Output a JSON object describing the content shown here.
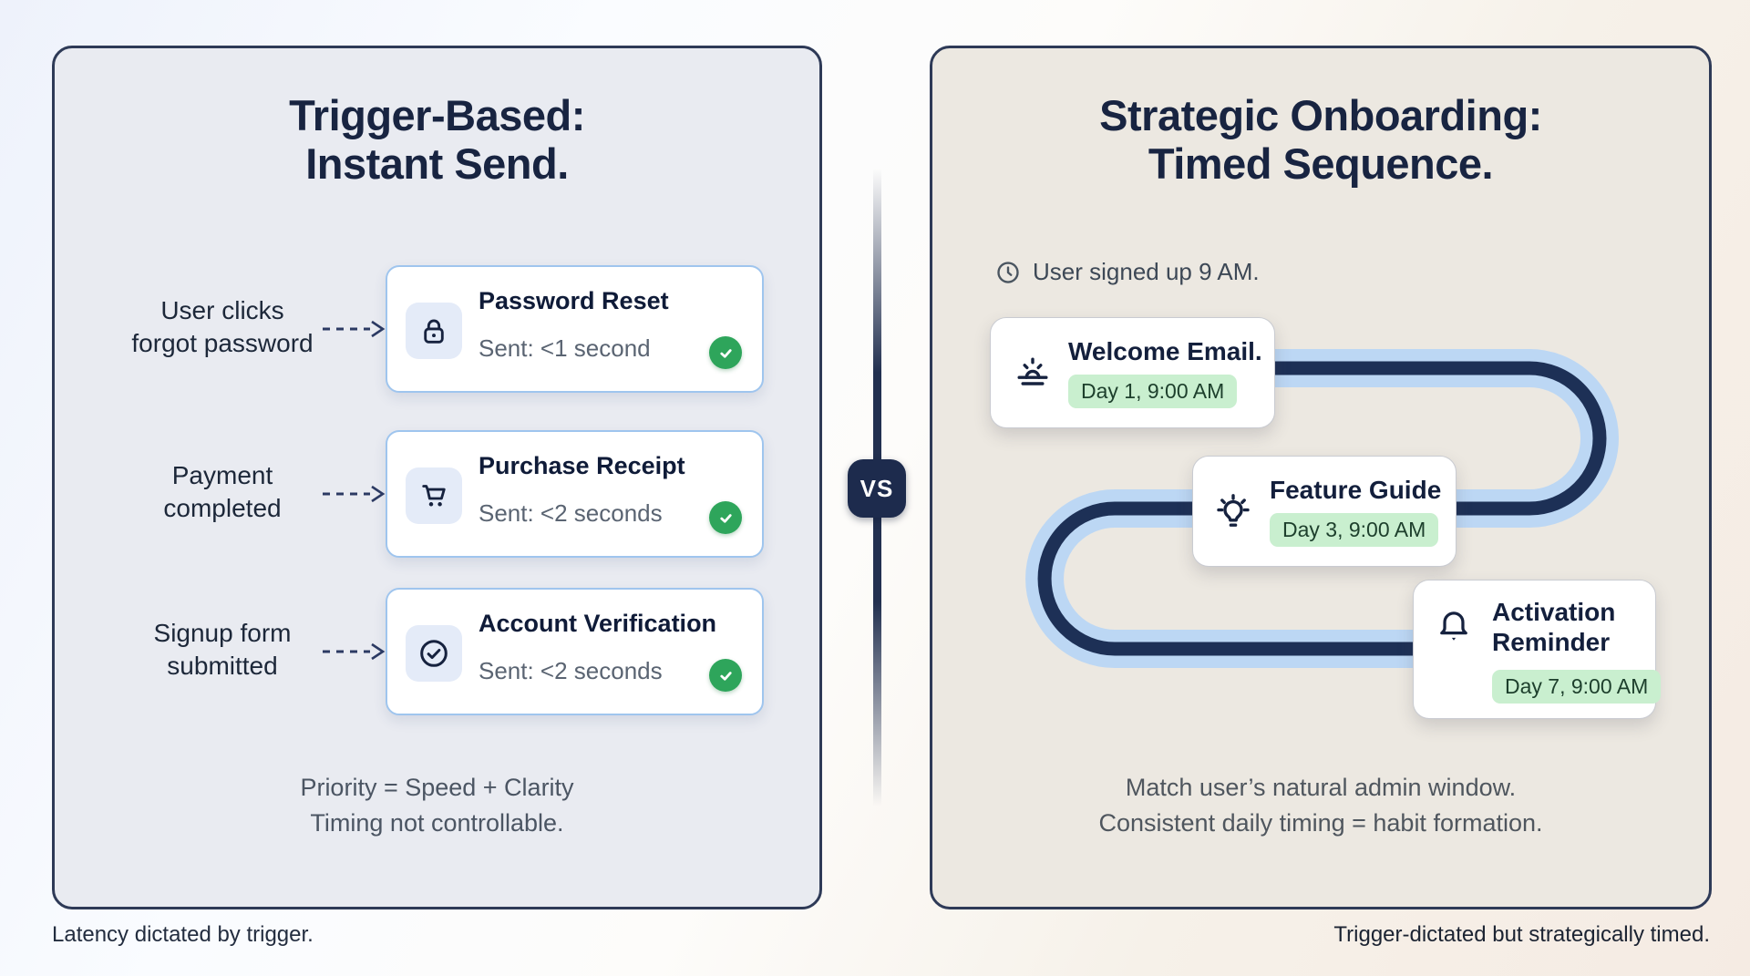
{
  "page": {
    "vs_label": "VS",
    "left_caption": "Latency dictated by trigger.",
    "right_caption": "Trigger-dictated but strategically timed."
  },
  "left_panel": {
    "title_line1": "Trigger-Based:",
    "title_line2": "Instant Send.",
    "rows": [
      {
        "icon": "lock-icon",
        "label_line1": "User clicks",
        "label_line2": "forgot password",
        "title": "Password Reset",
        "subtitle": "Sent: <1 second",
        "status_icon": "check-badge-icon"
      },
      {
        "icon": "cart-icon",
        "label_line1": "Payment",
        "label_line2": "completed",
        "title": "Purchase Receipt",
        "subtitle": "Sent: <2 seconds",
        "status_icon": "check-badge-icon"
      },
      {
        "icon": "check-circle-icon",
        "label_line1": "Signup form",
        "label_line2": "submitted",
        "title": "Account Verification",
        "subtitle": "Sent: <2 seconds",
        "status_icon": "check-badge-icon"
      }
    ],
    "footer_line1": "Priority = Speed + Clarity",
    "footer_line2": "Timing not controllable."
  },
  "right_panel": {
    "title_line1": "Strategic Onboarding:",
    "title_line2": "Timed Sequence.",
    "signup_note": "User signed up 9 AM.",
    "signup_icon": "clock-icon",
    "steps": [
      {
        "icon": "sunrise-icon",
        "title": "Welcome Email.",
        "badge": "Day 1, 9:00 AM"
      },
      {
        "icon": "lightbulb-icon",
        "title": "Feature Guide",
        "badge": "Day 3, 9:00 AM"
      },
      {
        "icon": "bell-icon",
        "title": "Activation Reminder",
        "badge": "Day 7, 9:00 AM"
      }
    ],
    "footer_line1": "Match user’s natural admin window.",
    "footer_line2": "Consistent daily timing = habit formation."
  },
  "colors": {
    "navy": "#1d2b4d",
    "panel_border": "#2e3a57",
    "left_panel_bg": "#e9ebf1",
    "right_panel_bg": "#ece8e1",
    "card_border_blue": "#9fc5ee",
    "chip_bg": "#e4ebf8",
    "path_halo": "#bcd7f4",
    "path_core": "#1d3056",
    "green_badge": "#2ea55b",
    "pill_bg": "#c9efcf",
    "pill_text": "#1d3f2c"
  }
}
